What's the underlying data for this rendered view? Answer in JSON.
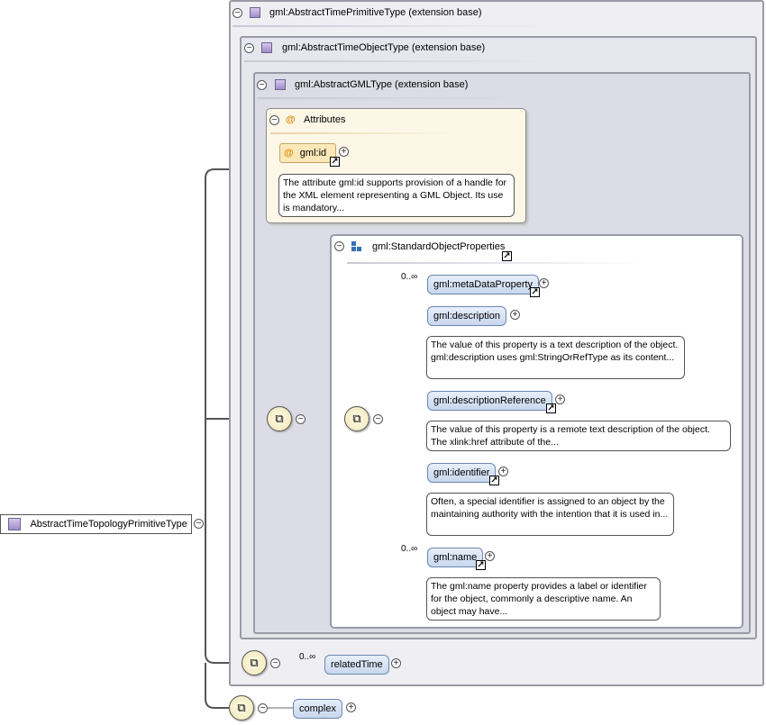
{
  "root": {
    "name": "AbstractTimeTopologyPrimitiveType"
  },
  "extensions": [
    {
      "label": "gml:AbstractTimePrimitiveType (extension base)"
    },
    {
      "label": "gml:AbstractTimeObjectType (extension base)"
    },
    {
      "label": "gml:AbstractGMLType (extension base)"
    }
  ],
  "attributes": {
    "title": "Attributes",
    "attribute": {
      "name": "gml:id",
      "doc": "The attribute gml:id supports provision of a handle for the XML element representing a GML Object. Its use is mandatory..."
    }
  },
  "group": {
    "title": "gml:StandardObjectProperties"
  },
  "elements": [
    {
      "name": "gml:metaDataProperty",
      "cardinality": "0..∞",
      "doc": ""
    },
    {
      "name": "gml:description",
      "cardinality": "",
      "doc": "The value of this property is a text description of the object. gml:description uses gml:StringOrRefType as its content..."
    },
    {
      "name": "gml:descriptionReference",
      "cardinality": "",
      "doc": "The value of this property is a remote text description of the object. The xlink:href attribute of the..."
    },
    {
      "name": "gml:identifier",
      "cardinality": "",
      "doc": "Often, a special identifier is assigned to an object by the maintaining authority with the intention that it is used in..."
    },
    {
      "name": "gml:name",
      "cardinality": "0..∞",
      "doc": "The gml:name property provides a label or identifier for the object, commonly a descriptive name. An object may have..."
    }
  ],
  "bottom": [
    {
      "name": "relatedTime",
      "cardinality": "0..∞"
    },
    {
      "name": "complex",
      "cardinality": ""
    }
  ]
}
